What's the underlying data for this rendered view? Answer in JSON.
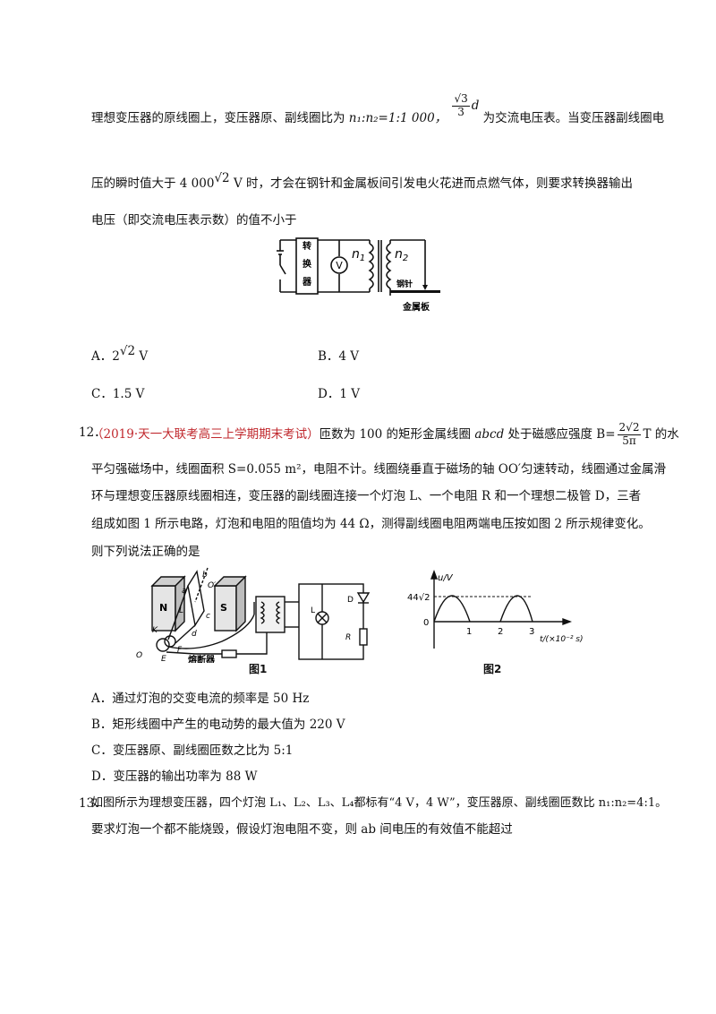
{
  "p1": {
    "line1_a": "理想变压器的原线圈上，变压器原、副线圈比为 ",
    "line1_ratio": "n₁:n₂=1:1 000，",
    "frac_top": "√3",
    "frac_bot": "3",
    "frac_var": "d",
    "line1_b": " 为交流电压表。当变压器副线圈电",
    "line2_a": "压的瞬时值大于 4 000",
    "line2_sqrt": "√2",
    "line2_b": " V 时，才会在钢针和金属板间引发电火花进而点燃气体，则要求转换器输出",
    "line3": "电压（即交流电压表示数）的值不小于",
    "fig": {
      "conv": "转换器",
      "volt": "V",
      "n1": "n1",
      "n2": "n2",
      "needle": "钢针",
      "plate": "金属板"
    },
    "options": {
      "A": "A．2",
      "A_sqrt": "√2",
      "A_unit": " V",
      "B": "B．4 V",
      "C": "C．1.5 V",
      "D": "D．1 V"
    }
  },
  "q12": {
    "number": "12．",
    "source": "（2019·天一大联考高三上学期期末考试）",
    "text1": "匝数为 100 的矩形金属线圈 ",
    "abcd": "abcd",
    "text1b": " 处于磁感应强度 B=",
    "b_top": "2√2",
    "b_bot": "5π",
    "text1c": "T 的水",
    "line2": "平匀强磁场中，线圈面积 S=0.055 m²，电阻不计。线圈绕垂直于磁场的轴 OO′匀速转动，线圈通过金属滑",
    "line3": "环与理想变压器原线圈相连，变压器的副线圈连接一个灯泡 L、一个电阻 R 和一个理想二极管 D，三者",
    "line4": "组成如图 1 所示电路，灯泡和电阻的阻值均为 44 Ω，测得副线圈电阻两端电压按如图 2 所示规律变化。",
    "line5": "则下列说法正确的是",
    "fig1": {
      "N": "N",
      "S": "S",
      "a": "a",
      "b": "b",
      "c": "c",
      "d": "d",
      "O1": "O′",
      "O2": "O",
      "K": "K",
      "F": "F",
      "E": "E",
      "L": "L",
      "L2": "L",
      "D": "D",
      "R": "R",
      "fuse": "熔断器",
      "caption": "图1"
    },
    "fig2": {
      "ylabel": "u/V",
      "ymax": "44√2",
      "zero": "0",
      "t1": "1",
      "t2": "2",
      "t3": "3",
      "xlabel": "t/(×10⁻² s)",
      "caption": "图2"
    },
    "optA": "A．通过灯泡的交变电流的频率是 50 Hz",
    "optB": "B．矩形线圈中产生的电动势的最大值为 220 V",
    "optC": "C．变压器原、副线圈匝数之比为 5:1",
    "optD": "D．变压器的输出功率为 88 W"
  },
  "q13": {
    "number": "13．",
    "line1": "如图所示为理想变压器，四个灯泡 L₁、L₂、L₃、L₄都标有“4 V，4 W”，变压器原、副线圈匝数比 n₁:n₂=4:1。",
    "line2": "要求灯泡一个都不能烧毁，假设灯泡电阻不变，则 ab 间电压的有效值不能超过"
  }
}
